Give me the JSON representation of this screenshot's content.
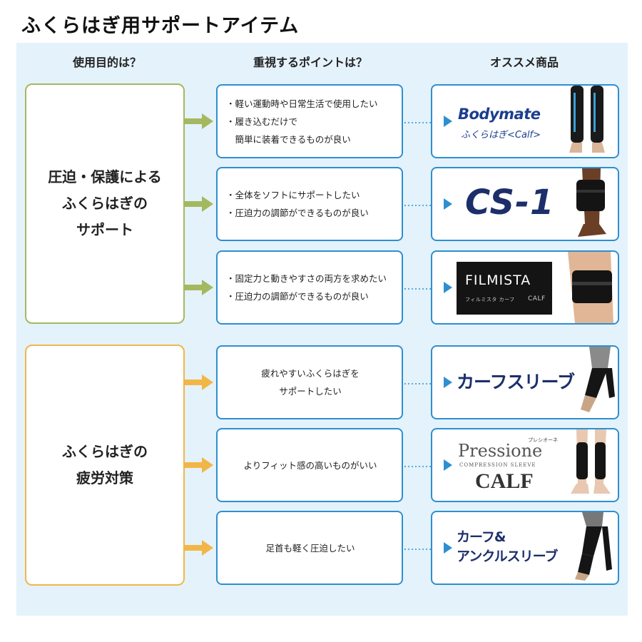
{
  "title": "ふくらはぎ用サポートアイテム",
  "headers": {
    "purpose": "使用目的は？",
    "points": "重視するポイントは？",
    "products": "オススメ商品"
  },
  "colors": {
    "panel_bg": "#e4f2fb",
    "green_accent": "#a4b95f",
    "orange_accent": "#f2b648",
    "blue_border": "#2e8fd0",
    "brand_navy": "#1c2f6b"
  },
  "groups": [
    {
      "purpose": "圧迫・保護による\nふくらはぎの\nサポート",
      "color": "green"
    },
    {
      "purpose": "ふくらはぎの\n疲労対策",
      "color": "orange"
    }
  ],
  "rows": [
    {
      "points": [
        "・軽い運動時や日常生活で使用したい",
        "・履き込むだけで",
        "　簡単に装着できるものが良い"
      ],
      "product": {
        "logo": "Bodymate",
        "sub": "ふくらはぎ<Calf>",
        "icon": "calf-support-black-icon"
      }
    },
    {
      "points": [
        "・全体をソフトにサポートしたい",
        "・圧迫力の調節ができるものが良い"
      ],
      "product": {
        "logo": "CS-1",
        "icon": "calf-wrap-black-icon"
      }
    },
    {
      "points": [
        "・固定力と動きやすさの両方を求めたい",
        "・圧迫力の調節ができるものが良い"
      ],
      "product": {
        "logo": "FILMISTA",
        "sub": "フィルミスタ カーフ",
        "calf": "CALF",
        "icon": "calf-strap-black-icon"
      }
    },
    {
      "points": [
        "疲れやすいふくらはぎを",
        "サポートしたい"
      ],
      "product": {
        "logo": "カーフスリーブ",
        "icon": "calf-sleeve-black-icon"
      }
    },
    {
      "points": [
        "よりフィット感の高いものがいい"
      ],
      "product": {
        "ruby": "プレシオーネ",
        "logo": "Pressione",
        "sub": "COMPRESSION SLEEVE",
        "calf": "CALF",
        "icon": "compression-sleeve-black-icon"
      }
    },
    {
      "points": [
        "足首も軽く圧迫したい"
      ],
      "product": {
        "logo": "カーフ&\nアンクルスリーブ",
        "icon": "calf-ankle-sleeve-black-icon"
      }
    }
  ]
}
